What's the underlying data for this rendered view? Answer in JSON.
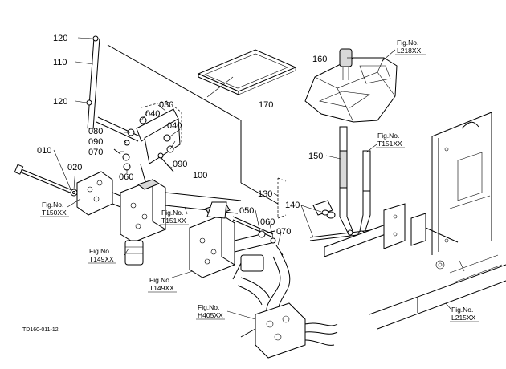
{
  "callouts": {
    "p010": "010",
    "p020": "020",
    "p030": "030",
    "p040a": "040",
    "p040b": "040",
    "p050": "050",
    "p060a": "060",
    "p060b": "060",
    "p070a": "070",
    "p070b": "070",
    "p080": "080",
    "p090a": "090",
    "p090b": "090",
    "p100": "100",
    "p110": "110",
    "p120a": "120",
    "p120b": "120",
    "p130": "130",
    "p140": "140",
    "p150": "150",
    "p160": "160",
    "p170": "170"
  },
  "figure_refs": {
    "l218_a": "Fig.No.",
    "l218_b": "L218XX",
    "t151r_a": "Fig.No.",
    "t151r_b": "T151XX",
    "t150_a": "Fig.No.",
    "t150_b": "T150XX",
    "t151c_a": "Fig.No.",
    "t151c_b": "T151XX",
    "t149a_a": "Fig.No.",
    "t149a_b": "T149XX",
    "t149b_a": "Fig.No.",
    "t149b_b": "T149XX",
    "h405_a": "Fig.No.",
    "h405_b": "H405XX",
    "l215_a": "Fig.No.",
    "l215_b": "L215XX"
  },
  "drawing_code": "TD160-011-12"
}
